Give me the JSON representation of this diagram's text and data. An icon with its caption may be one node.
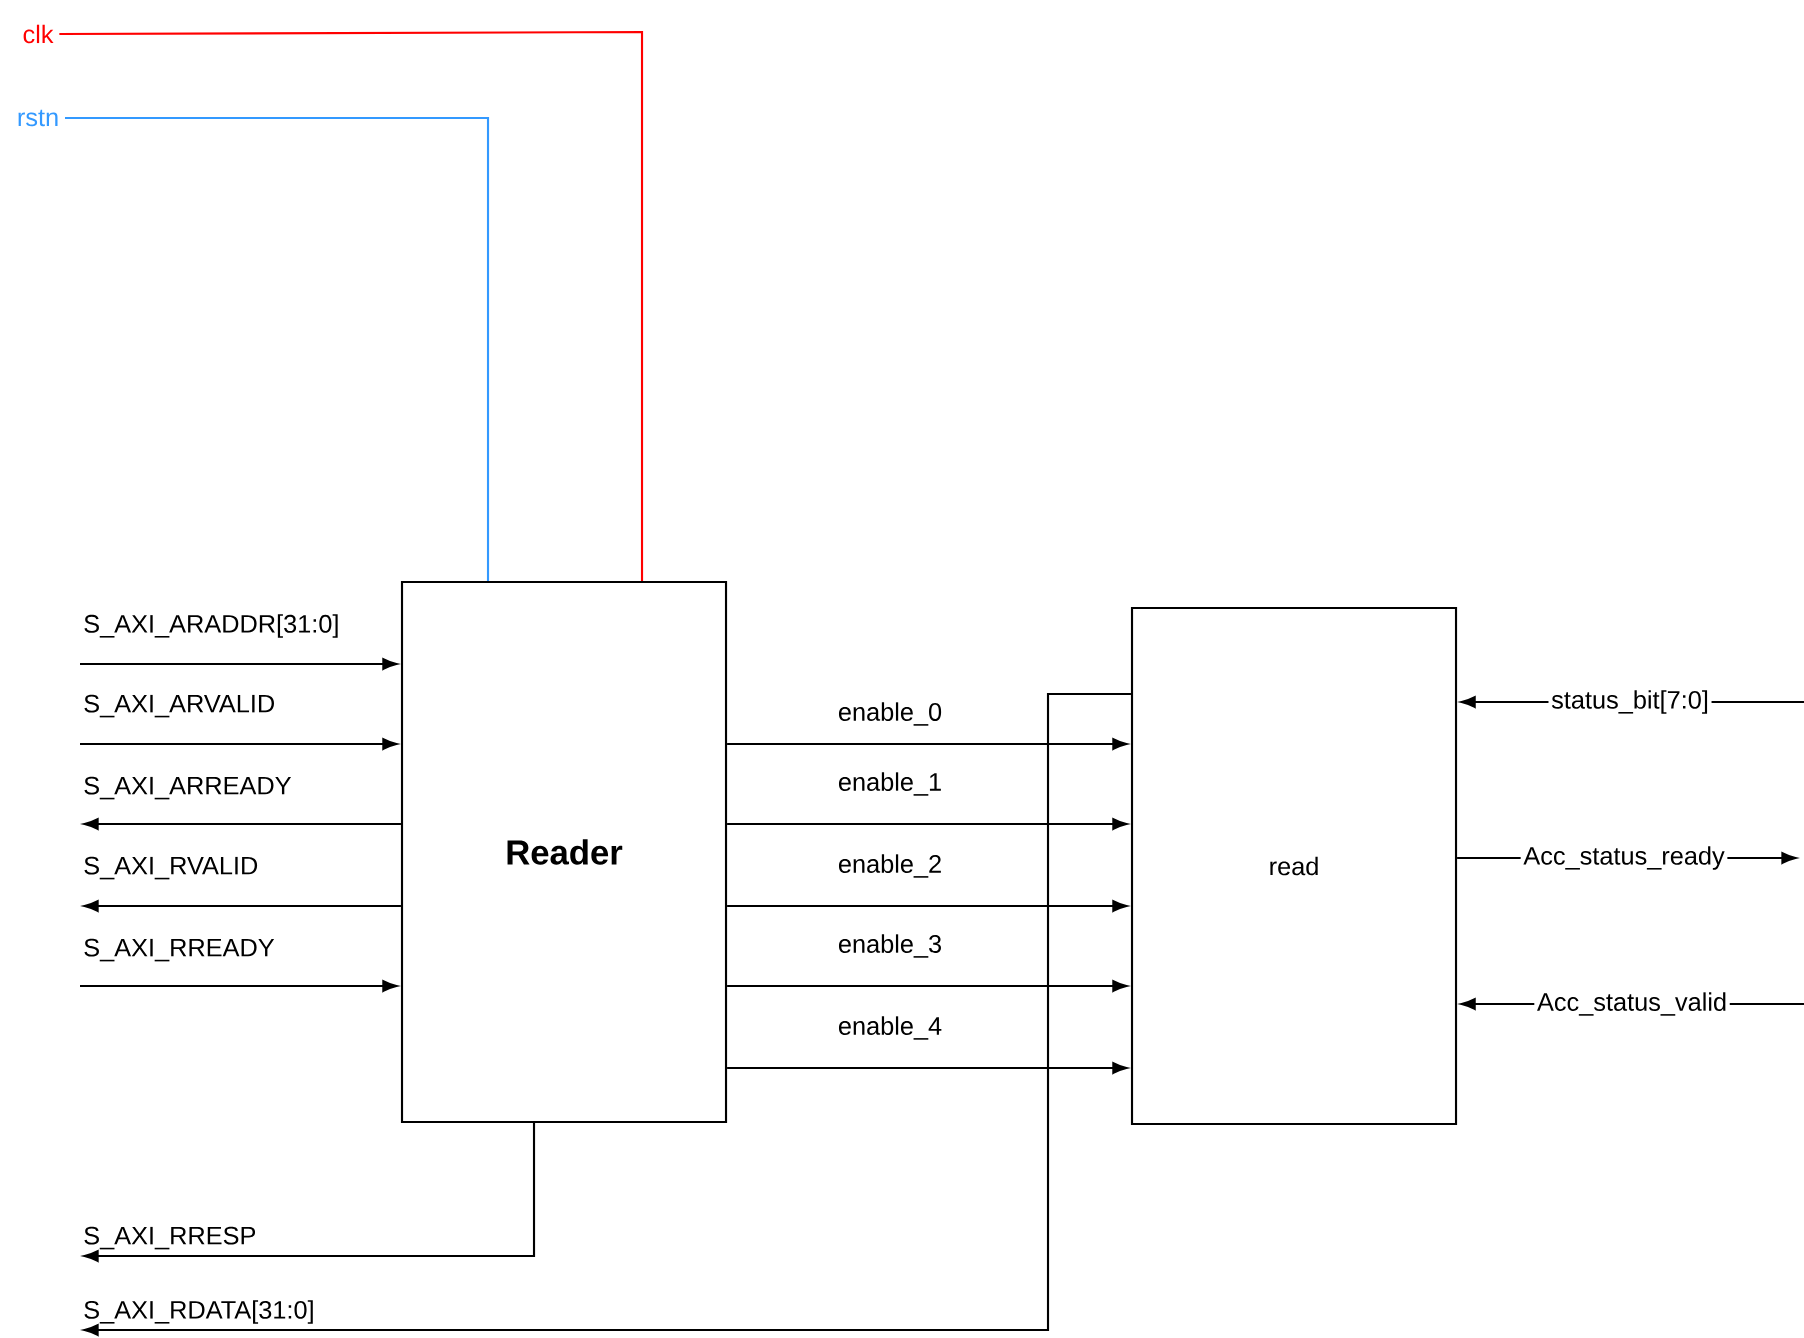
{
  "diagram": {
    "nodes": [
      {
        "text": [
          "clk"
        ]
      },
      {
        "text": [
          "rstn"
        ]
      },
      {
        "text": [
          "Reader"
        ]
      },
      {
        "text": [
          "read"
        ]
      }
    ],
    "edges": [
      {
        "from": 0,
        "to": 2,
        "arrow": "none",
        "color": "#ff0000"
      },
      {
        "from": 1,
        "to": 2,
        "arrow": "none",
        "color": "#3399ff"
      },
      {
        "from": null,
        "to": 2,
        "arrow": "to",
        "label": "S_AXI_ARADDR[31:0]"
      },
      {
        "from": null,
        "to": 2,
        "arrow": "to",
        "label": "S_AXI_ARVALID"
      },
      {
        "from": 2,
        "to": null,
        "arrow": "to",
        "label": "S_AXI_ARREADY"
      },
      {
        "from": 2,
        "to": null,
        "arrow": "to",
        "label": "S_AXI_RVALID"
      },
      {
        "from": null,
        "to": 2,
        "arrow": "to",
        "label": "S_AXI_RREADY"
      },
      {
        "from": 2,
        "to": null,
        "arrow": "to",
        "label": "S_AXI_RRESP"
      },
      {
        "from": 3,
        "to": null,
        "arrow": "to",
        "label": "S_AXI_RDATA[31:0]"
      },
      {
        "from": 2,
        "to": 3,
        "arrow": "to",
        "label": "enable_0"
      },
      {
        "from": 2,
        "to": 3,
        "arrow": "to",
        "label": "enable_1"
      },
      {
        "from": 2,
        "to": 3,
        "arrow": "to",
        "label": "enable_2"
      },
      {
        "from": 2,
        "to": 3,
        "arrow": "to",
        "label": "enable_3"
      },
      {
        "from": 2,
        "to": 3,
        "arrow": "to",
        "label": "enable_4"
      },
      {
        "from": null,
        "to": 3,
        "arrow": "to",
        "label": "status_bit[7:0]"
      },
      {
        "from": 3,
        "to": null,
        "arrow": "to",
        "label": "Acc_status_ready"
      },
      {
        "from": null,
        "to": 3,
        "arrow": "to",
        "label": "Acc_status_valid"
      }
    ]
  }
}
